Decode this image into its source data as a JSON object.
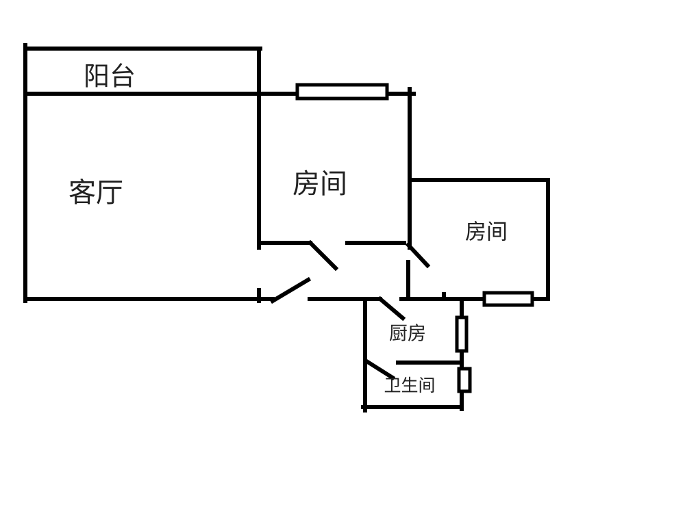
{
  "rooms": {
    "balcony": "阳台",
    "living_room": "客厅",
    "bedroom_1": "房间",
    "bedroom_2": "房间",
    "kitchen": "厨房",
    "bathroom": "卫生间"
  },
  "colors": {
    "wall": "#000000",
    "background": "#ffffff"
  }
}
